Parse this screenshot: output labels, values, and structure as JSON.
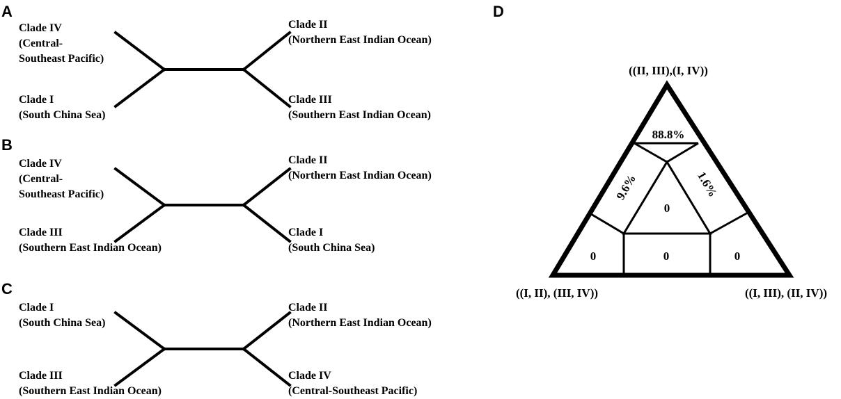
{
  "panels": {
    "A": {
      "letter": "A",
      "top_left": [
        "Clade IV",
        "(Central-",
        "Southeast Pacific)"
      ],
      "bottom_left": [
        "Clade I",
        "(South China Sea)"
      ],
      "top_right": [
        "Clade II",
        "(Northern East Indian Ocean)"
      ],
      "bottom_right": [
        "Clade III",
        "(Southern East Indian Ocean)"
      ]
    },
    "B": {
      "letter": "B",
      "top_left": [
        "Clade IV",
        "(Central-",
        "Southeast Pacific)"
      ],
      "bottom_left": [
        "Clade III",
        "(Southern East Indian Ocean)"
      ],
      "top_right": [
        "Clade II",
        "(Northern East Indian Ocean)"
      ],
      "bottom_right": [
        "Clade I",
        "(South China Sea)"
      ]
    },
    "C": {
      "letter": "C",
      "top_left": [
        "Clade I",
        "(South China Sea)"
      ],
      "bottom_left": [
        "Clade III",
        "(Southern East Indian Ocean)"
      ],
      "top_right": [
        "Clade II",
        "(Northern East Indian Ocean)"
      ],
      "bottom_right": [
        "Clade IV",
        "(Central-Southeast Pacific)"
      ]
    },
    "D": {
      "letter": "D",
      "top_label": "((II, III),(I, IV))",
      "left_label": "((I, II), (III, IV))",
      "right_label": "((I, III), (II, IV))",
      "values": {
        "top": "88.8%",
        "left_diag": "9.6%",
        "right_diag": "1.6%",
        "center": "0",
        "bottom_left": "0",
        "bottom_center": "0",
        "bottom_right": "0"
      }
    }
  }
}
